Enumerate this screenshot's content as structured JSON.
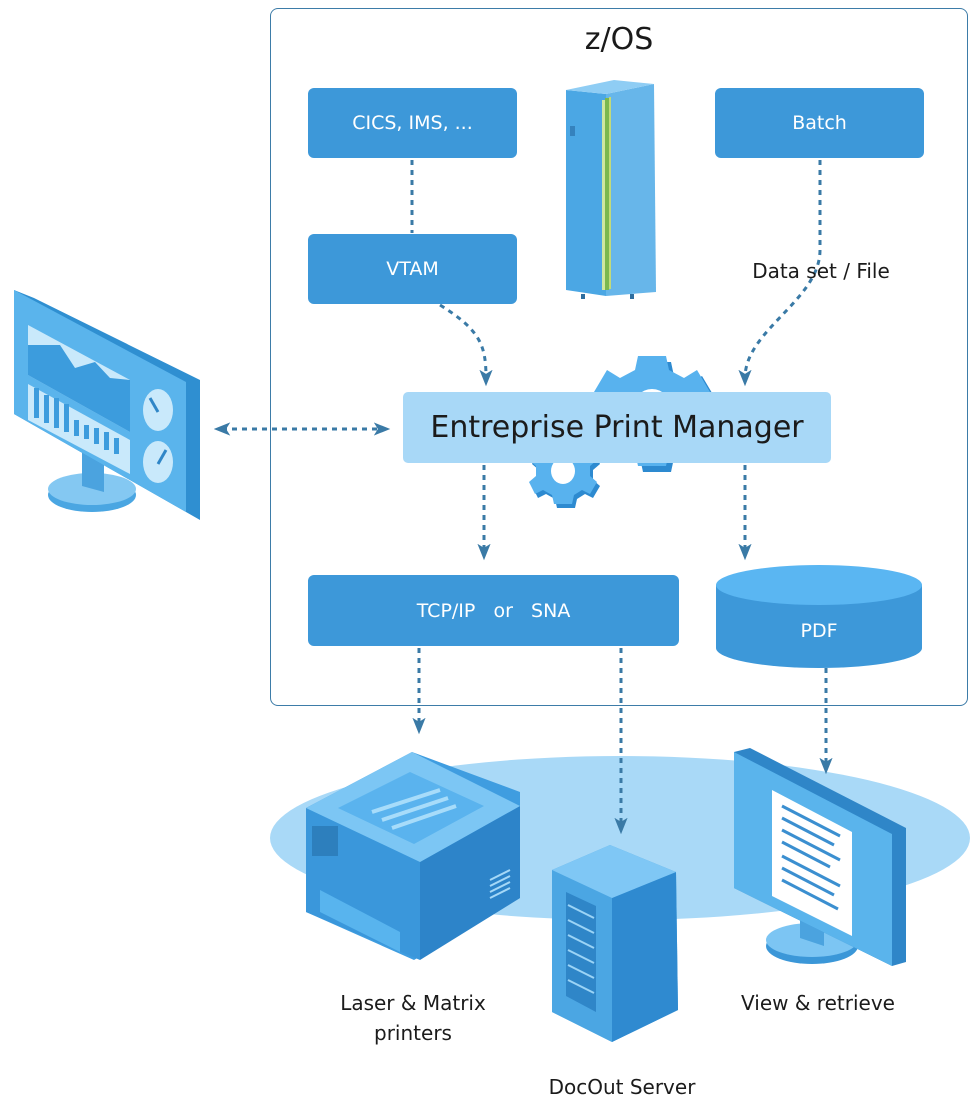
{
  "diagram": {
    "zos_title": "z/OS",
    "cics_box": "CICS, IMS, ...",
    "batch_box": "Batch",
    "vtam_box": "VTAM",
    "dataset_label": "Data set / File",
    "epm_box": "Entreprise Print Manager",
    "tcpip_box": "TCP/IP   or   SNA",
    "pdf_label": "PDF",
    "printers_label": [
      "Laser & Matrix",
      "printers"
    ],
    "docout_label": "DocOut Server",
    "view_label": "View & retrieve"
  },
  "colors": {
    "box_blue": "#3d98d9",
    "light_blue": "#a8d8f7",
    "arrow": "#3a7aa6",
    "platform": "#a9d9f7"
  }
}
